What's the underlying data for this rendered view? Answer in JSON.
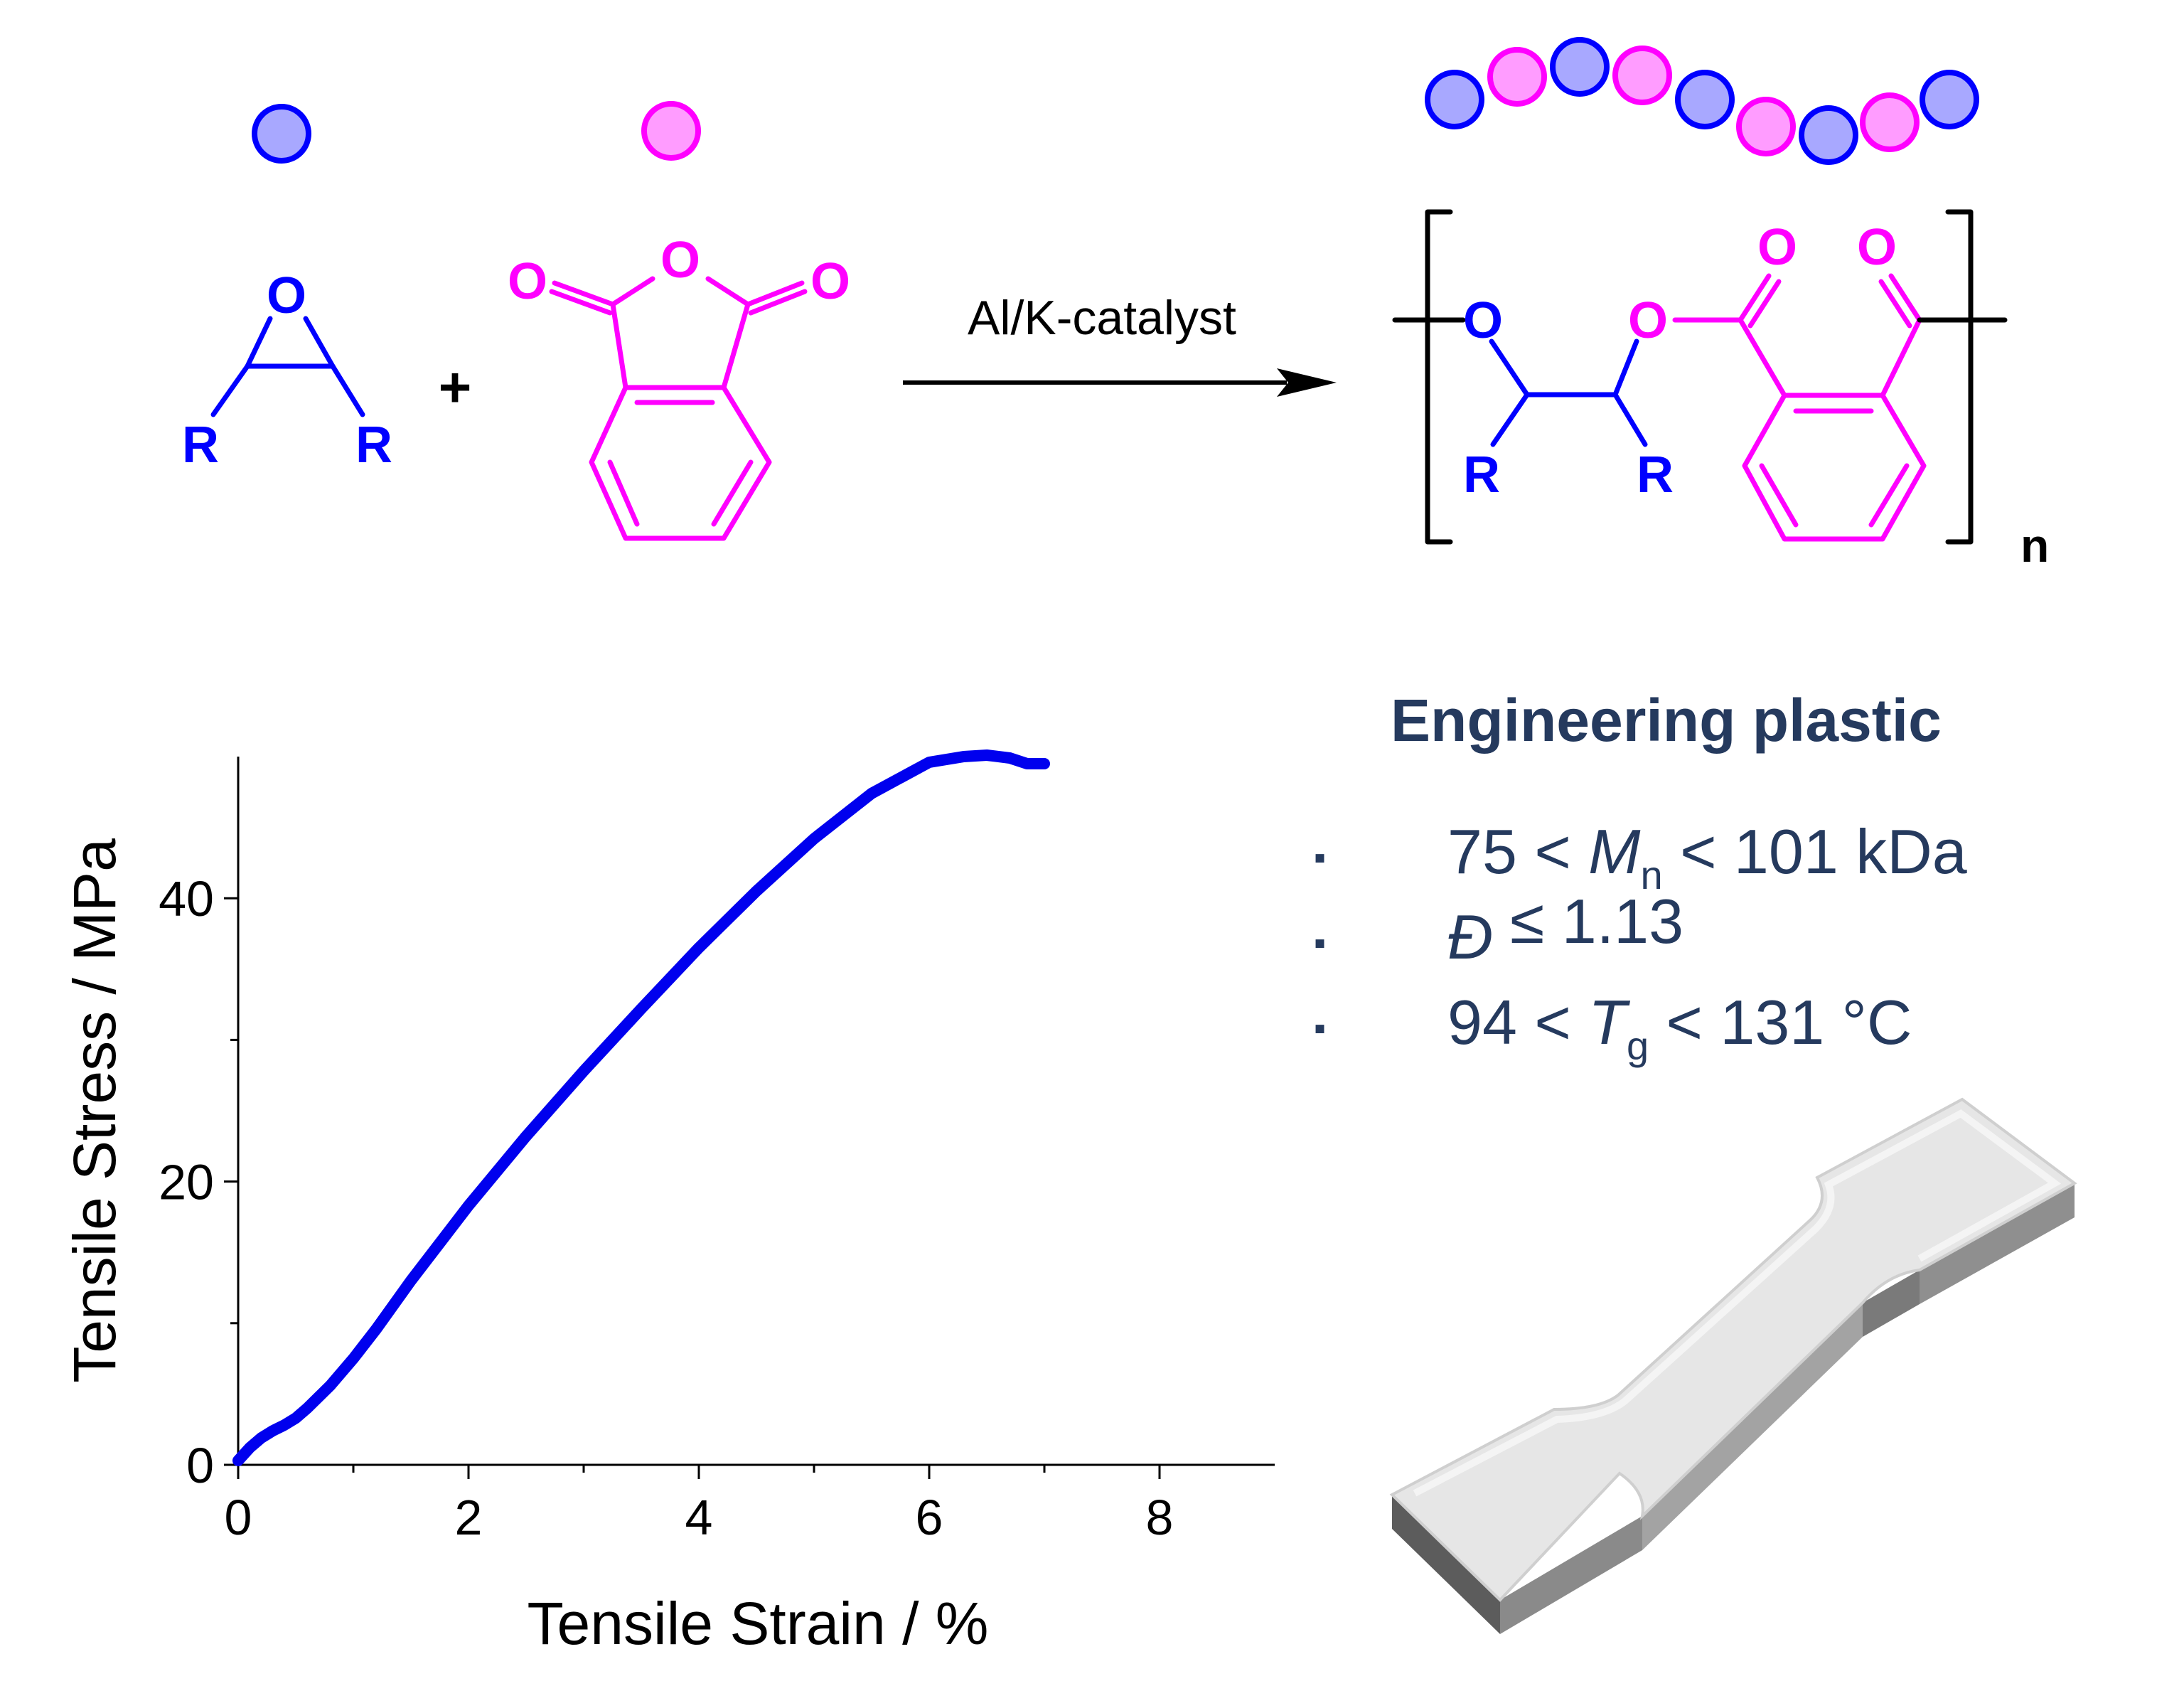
{
  "colors": {
    "epoxide": "#0000ff",
    "anhydride": "#ff00ff",
    "epoxide_bead_fill": "#a8a8ff",
    "anhydride_bead_fill": "#ff9cff",
    "curve": "#0000ee",
    "text_dark": "#253a5e",
    "bond_black": "#000000"
  },
  "reaction": {
    "epoxide": {
      "oxygen": "O",
      "substituent_left": "R",
      "substituent_right": "R"
    },
    "plus_sign": "+",
    "anhydride": {
      "oxygen_ring": "O",
      "oxygen_left": "O",
      "oxygen_right": "O"
    },
    "catalyst_label": "Al/K-catalyst",
    "product": {
      "oxygen_ether": "O",
      "oxygen_ester": "O",
      "oxygen_carbonyl_left": "O",
      "oxygen_carbonyl_right": "O",
      "substituent_left": "R",
      "substituent_right": "R",
      "repeat_subscript": "n"
    },
    "bead_chain": [
      "epoxide",
      "anhydride",
      "epoxide",
      "anhydride",
      "epoxide",
      "anhydride",
      "epoxide",
      "anhydride",
      "epoxide"
    ]
  },
  "properties": {
    "heading": "Engineering plastic",
    "items": [
      {
        "bullet": "▪",
        "prefix": "75 < ",
        "symbol": "M",
        "subscript": "n",
        "suffix": " < 101 kDa"
      },
      {
        "bullet": "▪",
        "prefix": "",
        "symbol": "Đ",
        "subscript": "",
        "suffix": " ≤ 1.13"
      },
      {
        "bullet": "▪",
        "prefix": "94 < ",
        "symbol": "T",
        "subscript": "g",
        "suffix": " < 131 °C"
      }
    ]
  },
  "chart_data": {
    "type": "line",
    "xlabel": "Tensile Strain / %",
    "ylabel": "Tensile Stress / MPa",
    "xlim": [
      0,
      9
    ],
    "ylim": [
      0,
      50
    ],
    "x_ticks": [
      0,
      2,
      4,
      6,
      8
    ],
    "x_tick_labels": [
      "0",
      "2",
      "4",
      "6",
      "8"
    ],
    "y_ticks": [
      0,
      20,
      40
    ],
    "y_tick_labels": [
      "0",
      "20",
      "40"
    ],
    "grid": false,
    "legend": "none",
    "series": [
      {
        "x": [
          0,
          0.1,
          0.2,
          0.3,
          0.4,
          0.5,
          0.6,
          0.8,
          1.0,
          1.2,
          1.5,
          2.0,
          2.5,
          3.0,
          3.5,
          4.0,
          4.5,
          5.0,
          5.5,
          6.0,
          6.3,
          6.5,
          6.7,
          6.85,
          7.0
        ],
        "y": [
          0.3,
          1.2,
          1.9,
          2.4,
          2.8,
          3.3,
          4.0,
          5.6,
          7.5,
          9.6,
          13.0,
          18.3,
          23.2,
          27.8,
          32.2,
          36.5,
          40.5,
          44.2,
          47.4,
          49.6,
          50.0,
          50.1,
          49.9,
          49.5,
          49.5
        ]
      }
    ]
  }
}
